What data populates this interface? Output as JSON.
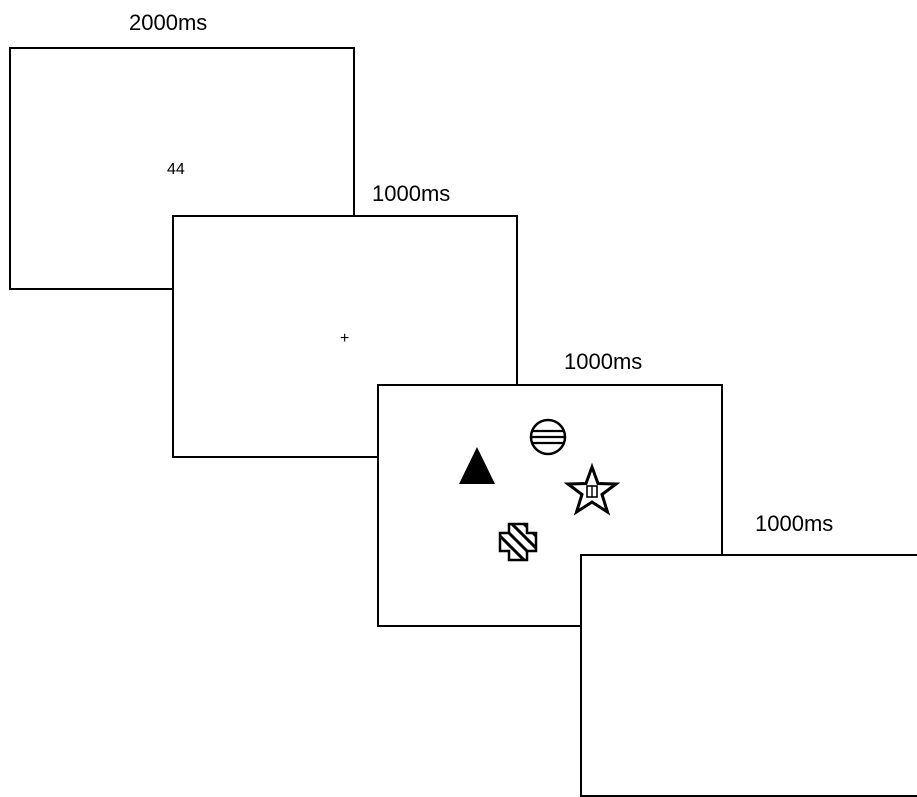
{
  "frames": [
    {
      "duration": "2000ms",
      "content": "44"
    },
    {
      "duration": "1000ms",
      "content": "+"
    },
    {
      "duration": "1000ms",
      "stimuli": [
        {
          "icon": "striped-circle-icon"
        },
        {
          "icon": "filled-triangle-icon"
        },
        {
          "icon": "star-icon"
        },
        {
          "icon": "striped-cross-icon"
        }
      ]
    },
    {
      "duration": "1000ms"
    }
  ]
}
